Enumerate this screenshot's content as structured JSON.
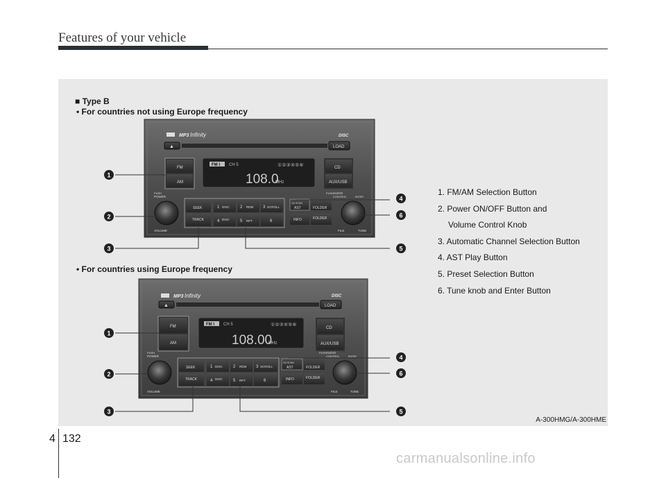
{
  "header": {
    "title": "Features of your vehicle"
  },
  "section": {
    "heading": "■ Type B",
    "sub_non_europe": "• For countries not using Europe frequency",
    "sub_europe": "• For countries using Europe frequency"
  },
  "legend": [
    "1. FM/AM Selection Button",
    "2. Power ON/OFF Button and",
    "Volume Control Knob",
    "3. Automatic Channel Selection Button",
    "4. AST Play Button",
    "5. Preset Selection Button",
    "6. Tune knob and Enter Button"
  ],
  "image_code": "A-300HMG/A-300HME",
  "footer": {
    "chapter": "4",
    "page": "132"
  },
  "watermark": "carmanualsonline.info",
  "unit": {
    "brand": "Infinity",
    "mp3": "MP3",
    "disc_logo": "DISC",
    "load": "LOAD",
    "eject": "▲",
    "fm": "FM",
    "am": "AM",
    "cd": "CD",
    "aux": "AUX/USB",
    "band": "FM I",
    "ch": "CH 5",
    "presets_display": "①②③④⑤⑥",
    "freq_top": "108.0",
    "freq_bottom": "108.00",
    "mhz": "MHz",
    "power": "POWER",
    "push": "PUSH",
    "volume": "VOLUME",
    "seek": "SEEK",
    "track": "TRACK",
    "b1": "1",
    "disc_up": "DISC",
    "b2": "2",
    "rdm": "RDM",
    "b3": "3",
    "scroll": "SCROLL",
    "b4": "4",
    "disc_down": "DISC",
    "b5": "5",
    "rpt": "RPT",
    "b6": "6",
    "cd_scan": "CD SCAN",
    "ast": "AST",
    "info": "INFO",
    "folder": "FOLDER",
    "audio": "AUDIO",
    "control": "CONTROL",
    "file": "FILE",
    "tune": "TUNE",
    "enter": "ENTER"
  },
  "callouts": [
    "1",
    "2",
    "3",
    "4",
    "5",
    "6"
  ]
}
